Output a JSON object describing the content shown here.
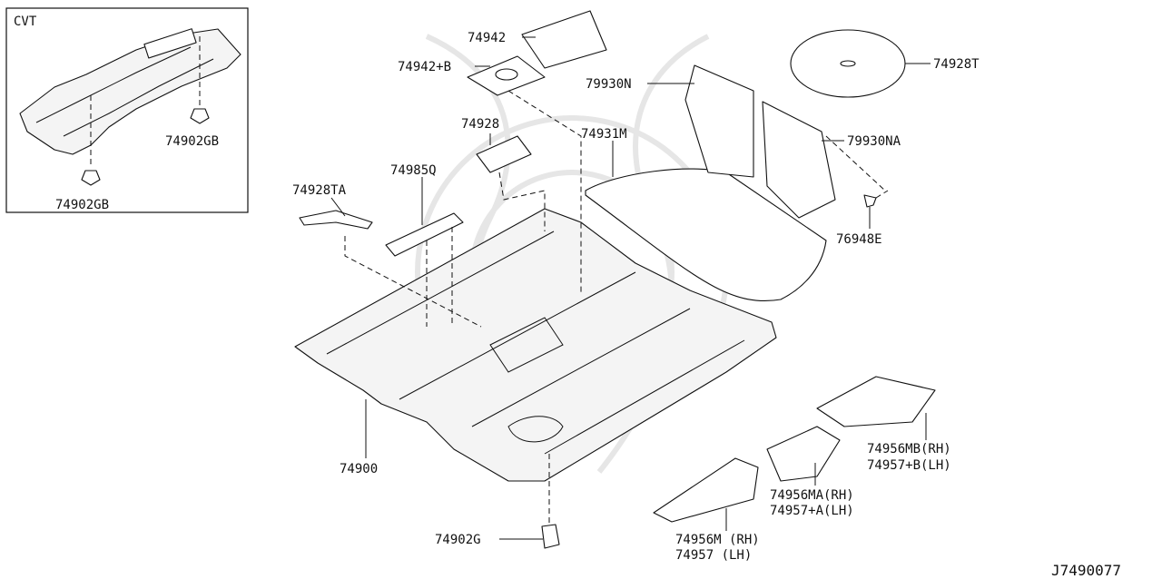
{
  "inset": {
    "title": "CVT"
  },
  "callouts": {
    "p74902GB_a": "74902GB",
    "p74902GB_b": "74902GB",
    "p74942": "74942",
    "p74942B": "74942+B",
    "p74928": "74928",
    "p74928TA": "74928TA",
    "p74985Q": "74985Q",
    "p74931M": "74931M",
    "p79930N": "79930N",
    "p74928T": "74928T",
    "p79930NA": "79930NA",
    "p76948E": "76948E",
    "p74900": "74900",
    "p74902G": "74902G",
    "p74956MB": "74956MB(RH)",
    "p74957B": "74957+B(LH)",
    "p74956MA": "74956MA(RH)",
    "p74957A": "74957+A(LH)",
    "p74956M": "74956M (RH)",
    "p74957": "74957  (LH)"
  },
  "diagram_id": "J7490077"
}
